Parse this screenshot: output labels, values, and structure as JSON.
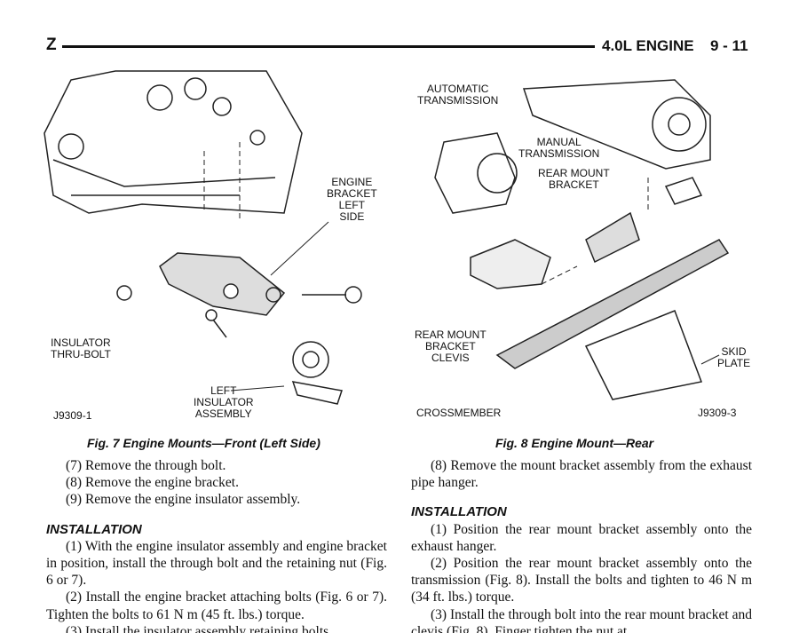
{
  "header": {
    "section_letter": "Z",
    "title": "4.0L ENGINE",
    "page": "9 - 11"
  },
  "fig7": {
    "labels": {
      "engine_bracket": "ENGINE\nBRACKET\nLEFT\nSIDE",
      "thru_bolt": "INSULATOR\nTHRU-BOLT",
      "left_insulator": "LEFT\nINSULATOR\nASSEMBLY",
      "code": "J9309-1"
    },
    "caption": "Fig. 7 Engine Mounts—Front (Left Side)"
  },
  "fig8": {
    "labels": {
      "auto_trans": "AUTOMATIC\nTRANSMISSION",
      "manual_trans": "MANUAL\nTRANSMISSION",
      "rear_mount_bracket": "REAR MOUNT\nBRACKET",
      "clevis": "REAR MOUNT\nBRACKET\nCLEVIS",
      "skid_plate": "SKID\nPLATE",
      "crossmember": "CROSSMEMBER",
      "code": "J9309-3"
    },
    "caption": "Fig. 8 Engine Mount—Rear"
  },
  "left": {
    "steps": [
      "(7) Remove the through bolt.",
      "(8) Remove the engine bracket.",
      "(9) Remove the engine insulator assembly."
    ],
    "heading": "INSTALLATION",
    "paras": [
      "(1) With the engine insulator assembly and engine bracket in position, install the through bolt and the retaining nut (Fig. 6 or 7).",
      "(2) Install the engine bracket attaching bolts (Fig. 6 or 7). Tighten the bolts to 61 N m (45 ft. lbs.) torque.",
      "(3) Install the insulator assembly retaining bolts"
    ]
  },
  "right": {
    "intro": "(8) Remove the mount bracket assembly from the exhaust pipe hanger.",
    "heading": "INSTALLATION",
    "paras": [
      "(1) Position the rear mount bracket assembly onto the exhaust hanger.",
      "(2) Position the rear mount bracket assembly onto the transmission (Fig. 8). Install the bolts and tighten to 46 N m (34 ft. lbs.) torque.",
      "(3) Install the through bolt into the rear mount bracket and clevis (Fig. 8). Finger tighten the nut at"
    ]
  }
}
